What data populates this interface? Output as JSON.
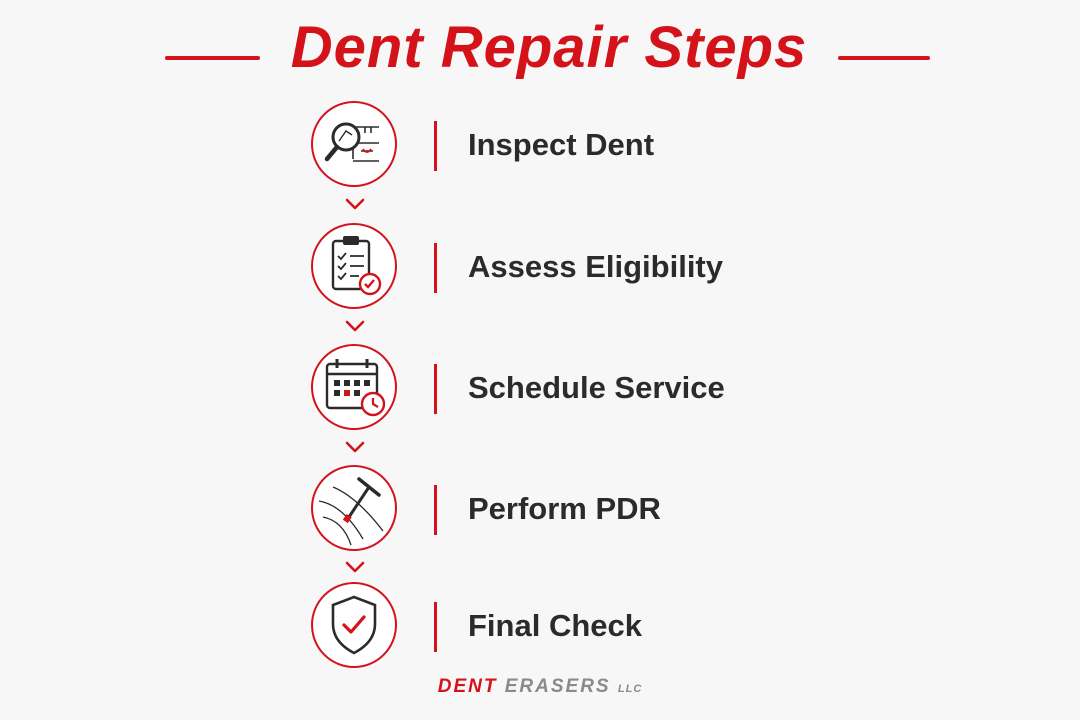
{
  "title": "Dent Repair Steps",
  "steps": [
    {
      "label": "Inspect Dent",
      "icon": "magnifier-car-icon"
    },
    {
      "label": "Assess Eligibility",
      "icon": "clipboard-check-icon"
    },
    {
      "label": "Schedule Service",
      "icon": "calendar-clock-icon"
    },
    {
      "label": "Perform PDR",
      "icon": "dent-puller-icon"
    },
    {
      "label": "Final Check",
      "icon": "shield-check-icon"
    }
  ],
  "brand": {
    "part1": "DENT",
    "part2": "ERASERS",
    "suffix": "LLC"
  },
  "colors": {
    "accent": "#d4121a",
    "text": "#2b2b2b",
    "background": "#f7f7f7",
    "muted": "#8a8a8a"
  }
}
